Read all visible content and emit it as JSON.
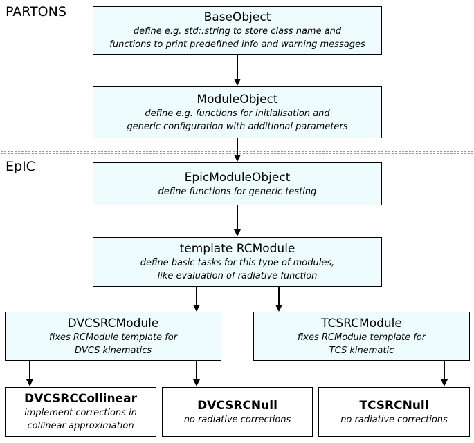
{
  "regions": {
    "partons": {
      "label": "PARTONS"
    },
    "epic": {
      "label": "EpIC"
    }
  },
  "nodes": {
    "base_object": {
      "title": "BaseObject",
      "desc": [
        "define e.g. std::string to store class name and",
        "functions to print predefined info and warning messages"
      ]
    },
    "module_object": {
      "title": "ModuleObject",
      "desc": [
        "define e.g. functions for initialisation and",
        "generic configuration with additional parameters"
      ]
    },
    "epic_module_object": {
      "title": "EpicModuleObject",
      "desc": [
        "define functions for generic testing"
      ]
    },
    "rc_module": {
      "title": "template RCModule",
      "desc": [
        "define basic tasks for this type of modules,",
        "like evaluation of radiative function"
      ]
    },
    "dvcs_rc_module": {
      "title": "DVCSRCModule",
      "desc": [
        "fixes RCModule template for",
        "DVCS kinematics"
      ]
    },
    "tcs_rc_module": {
      "title": "TCSRCModule",
      "desc": [
        "fixes RCModule template for",
        "TCS kinematic"
      ]
    },
    "dvcs_rc_collinear": {
      "title": "DVCSRCCollinear",
      "desc": [
        "implement corrections in",
        "collinear approximation"
      ]
    },
    "dvcs_rc_null": {
      "title": "DVCSRCNull",
      "desc": [
        "no radiative corrections"
      ]
    },
    "tcs_rc_null": {
      "title": "TCSRCNull",
      "desc": [
        "no radiative corrections"
      ]
    }
  },
  "colors": {
    "box_fill": "#eefcfd",
    "leaf_fill": "#ffffff",
    "border": "#000000",
    "region_border": "#9a9a9a"
  }
}
